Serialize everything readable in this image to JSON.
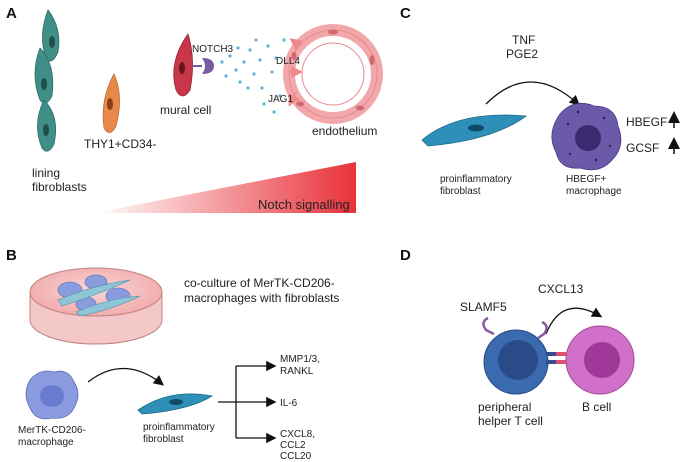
{
  "panels": {
    "a": {
      "letter": "A",
      "labels": {
        "notch3": "NOTCH3",
        "dll4": "DLL4",
        "jag1": "JAG1",
        "mural_cell": "mural cell",
        "endothelium": "endothelium",
        "thy1": "THY1+CD34-",
        "lining_1": "lining",
        "lining_2": "fibroblasts",
        "gradient": "Notch signalling"
      },
      "colors": {
        "lining": "#3f8f88",
        "thy1": "#e8894a",
        "mural": "#c8364a",
        "vessel": "#f2a8aa",
        "gradient": "#e8323a",
        "dots": "#5ab3d8"
      }
    },
    "b": {
      "letter": "B",
      "labels": {
        "coculture_1": "co-culture of MerTK-CD206-",
        "coculture_2": "macrophages with fibroblasts",
        "macrophage_1": "MerTK-CD206-",
        "macrophage_2": "macrophage",
        "fibro_1": "proinflammatory",
        "fibro_2": "fibroblast",
        "out1_1": "MMP1/3,",
        "out1_2": "RANKL",
        "out2": "IL-6",
        "out3_1": "CXCL8,",
        "out3_2": "CCL2",
        "out3_3": "CCL20"
      },
      "colors": {
        "dish": "#f3b8b8",
        "macrophage": "#8a9be0",
        "fibroblast": "#2e8fb8"
      }
    },
    "c": {
      "letter": "C",
      "labels": {
        "tnf": "TNF",
        "pge2": "PGE2",
        "fibro_1": "proinflammatory",
        "fibro_2": "fibroblast",
        "mac_1": "HBEGF+",
        "mac_2": "macrophage",
        "hbegf": "HBEGF",
        "gcsf": "GCSF"
      },
      "colors": {
        "fibroblast": "#2e8fb8",
        "macrophage": "#6a5aa8"
      }
    },
    "d": {
      "letter": "D",
      "labels": {
        "cxcl13": "CXCL13",
        "slamf5": "SLAMF5",
        "tcell_1": "peripheral",
        "tcell_2": "helper T cell",
        "bcell": "B cell"
      },
      "colors": {
        "tcell": "#3a6ab0",
        "bcell": "#d070c8",
        "receptor": "#8a5aa0"
      }
    }
  }
}
